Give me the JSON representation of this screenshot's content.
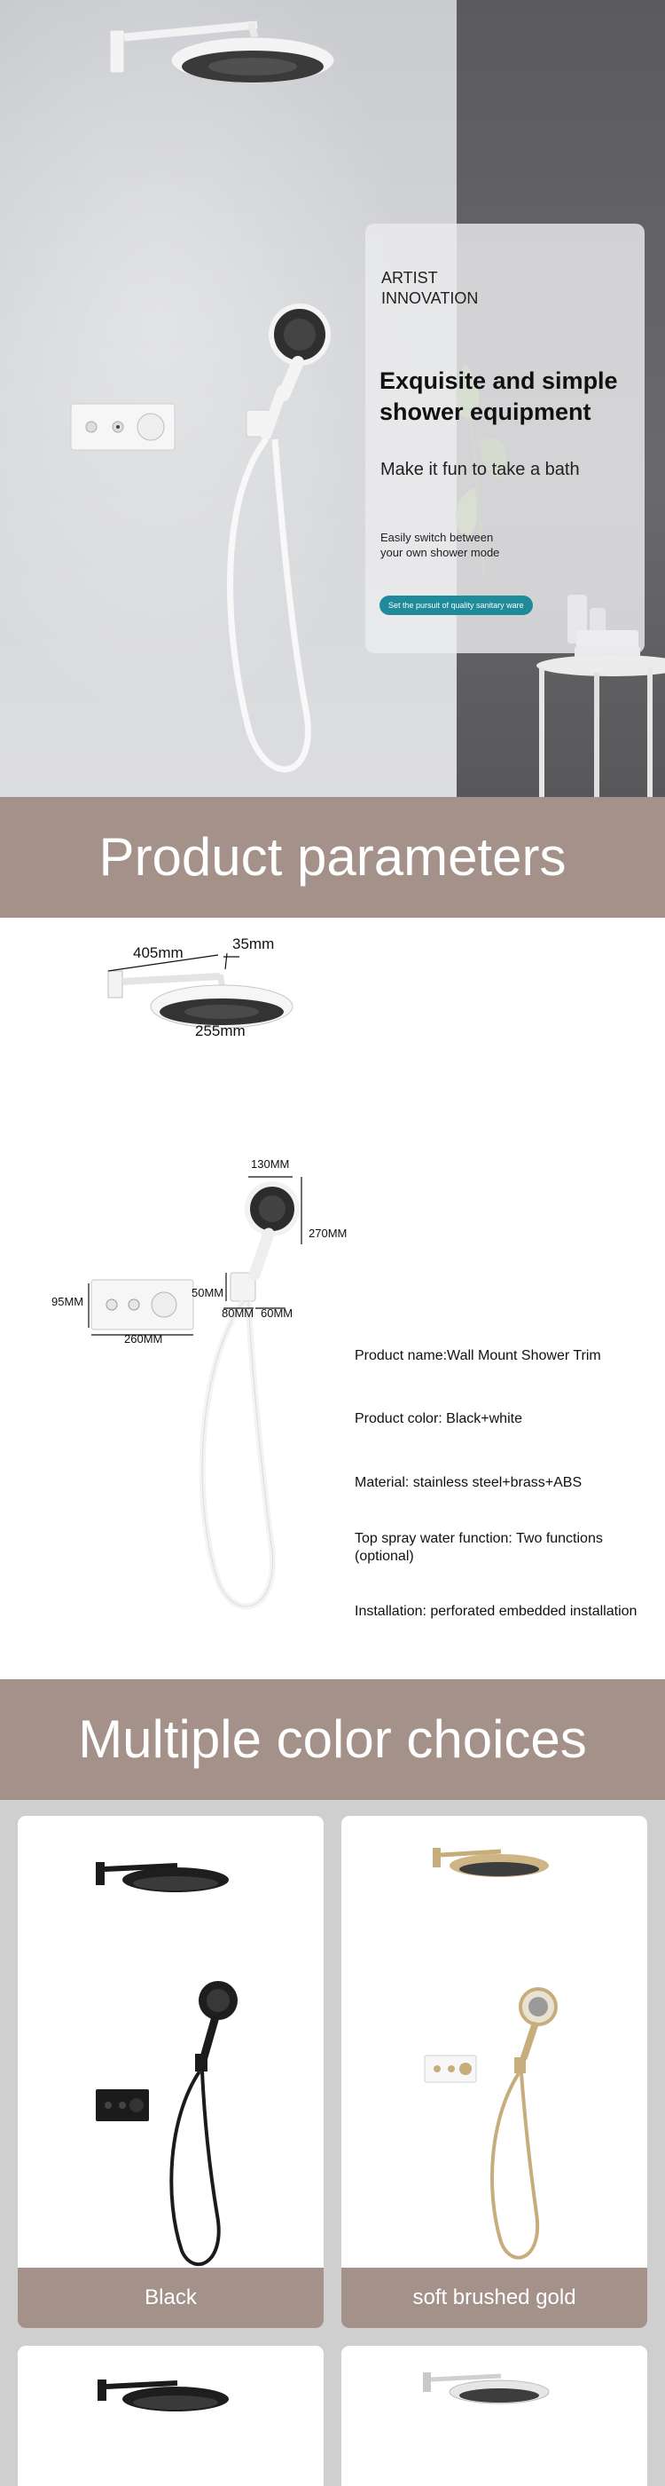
{
  "hero": {
    "brand_line1": "ARTIST",
    "brand_line2": "INNOVATION",
    "headline_line1": "Exquisite and simple",
    "headline_line2": "shower equipment",
    "tagline": "Make it fun to take a bath",
    "desc_line1": "Easily switch between",
    "desc_line2": "your own shower mode",
    "cta": "Set the pursuit of quality sanitary ware"
  },
  "params": {
    "title": "Product parameters",
    "head_dims": {
      "arm": "405mm",
      "depth": "35mm",
      "diameter": "255mm"
    },
    "hand_dims": {
      "head_width": "130MM",
      "head_height": "270MM",
      "panel_height": "95MM",
      "panel_width": "260MM",
      "holder_height": "50MM",
      "holder_w1": "80MM",
      "holder_w2": "60MM"
    },
    "specs": [
      "Product name:Wall Mount Shower Trim",
      "Product color:   Black+white",
      "Material: stainless steel+brass+ABS",
      "Top spray water function: Two functions (optional)",
      "Installation: perforated embedded installation"
    ]
  },
  "colors_section": {
    "title": "Multiple color choices",
    "cards": [
      {
        "label": "Black",
        "finish": "#1b1b1b"
      },
      {
        "label": "soft brushed gold",
        "finish": "#c8ad7c"
      }
    ]
  },
  "palette": {
    "accent": "#a3918a",
    "cta": "#1f8a9a"
  }
}
